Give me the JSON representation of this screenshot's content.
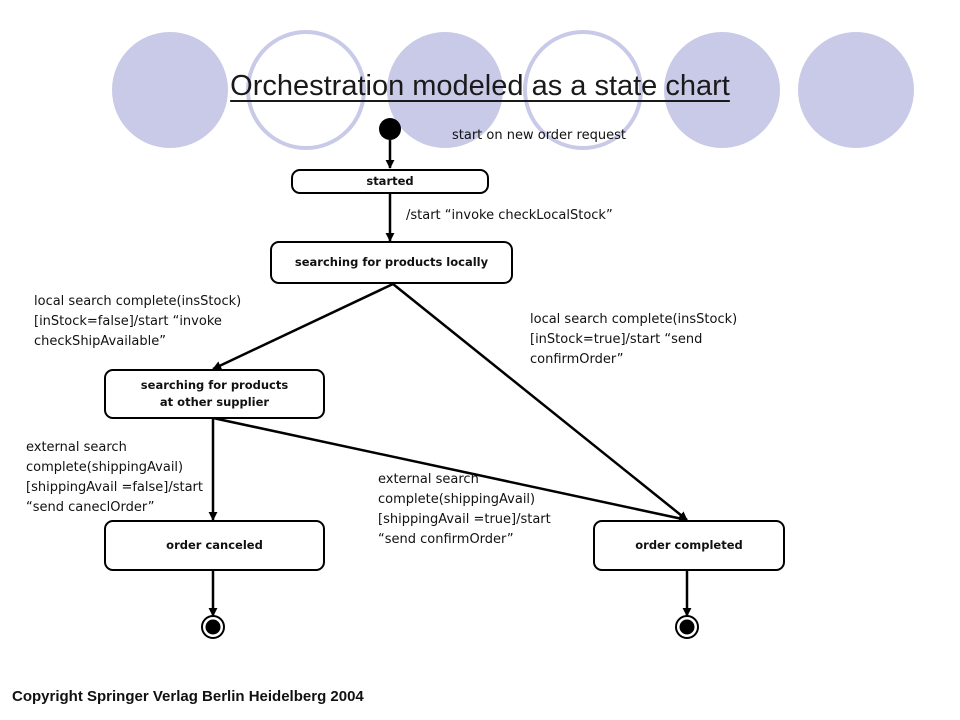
{
  "title": "Orchestration modeled as a state chart",
  "states": {
    "started": "started",
    "searching_local": "searching for products locally",
    "searching_other": "searching for products\nat other supplier",
    "order_canceled": "order canceled",
    "order_completed": "order completed"
  },
  "transitions": {
    "start": "start on new order request",
    "invoke_local": "/start “invoke checkLocalStock”",
    "local_false": "local search complete(insStock)\n[inStock=false]/start “invoke\ncheckShipAvailable”",
    "local_true": "local search complete(insStock)\n[inStock=true]/start “send\nconfirmOrder”",
    "external_false": "external search\ncomplete(shippingAvail)\n[shippingAvail =false]/start\n“send caneclOrder”",
    "external_true": "external search\ncomplete(shippingAvail)\n[shippingAvail =true]/start\n“send confirmOrder”"
  },
  "copyright": "Copyright Springer Verlag Berlin Heidelberg 2004",
  "colors": {
    "decor_circle": "#c8cae8",
    "line": "#000000"
  }
}
